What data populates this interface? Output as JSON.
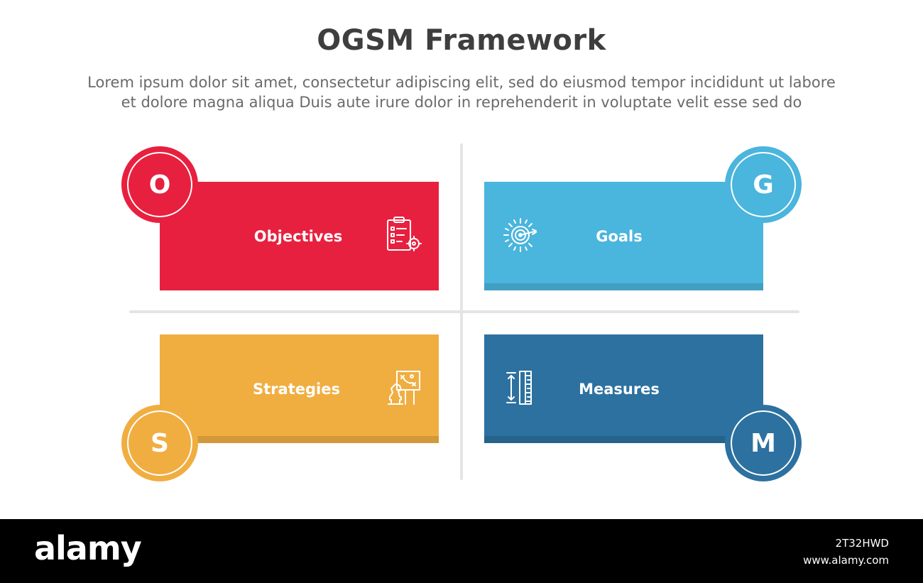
{
  "header": {
    "title": "OGSM Framework",
    "subtitle_line1": "Lorem ipsum dolor sit amet, consectetur adipiscing elit, sed do eiusmod tempor incididunt ut labore",
    "subtitle_line2": "et dolore magna aliqua Duis aute irure dolor in reprehenderit in voluptate velit esse sed do"
  },
  "quadrants": [
    {
      "letter": "O",
      "label": "Objectives",
      "color": "#e8203f",
      "icon": "clipboard-target-icon"
    },
    {
      "letter": "G",
      "label": "Goals",
      "color": "#4ab5dd",
      "icon": "dartboard-icon"
    },
    {
      "letter": "S",
      "label": "Strategies",
      "color": "#f0ae41",
      "icon": "chess-strategy-board-icon"
    },
    {
      "letter": "M",
      "label": "Measures",
      "color": "#2c71a0",
      "icon": "ruler-measure-icon"
    }
  ],
  "colors": {
    "divider": "#e4e4e4",
    "title": "#3e3e3e",
    "subtitle": "#6a6a6a"
  },
  "watermark": {
    "logo": "alamy",
    "image_id": "2T32HWD",
    "site": "www.alamy.com"
  }
}
